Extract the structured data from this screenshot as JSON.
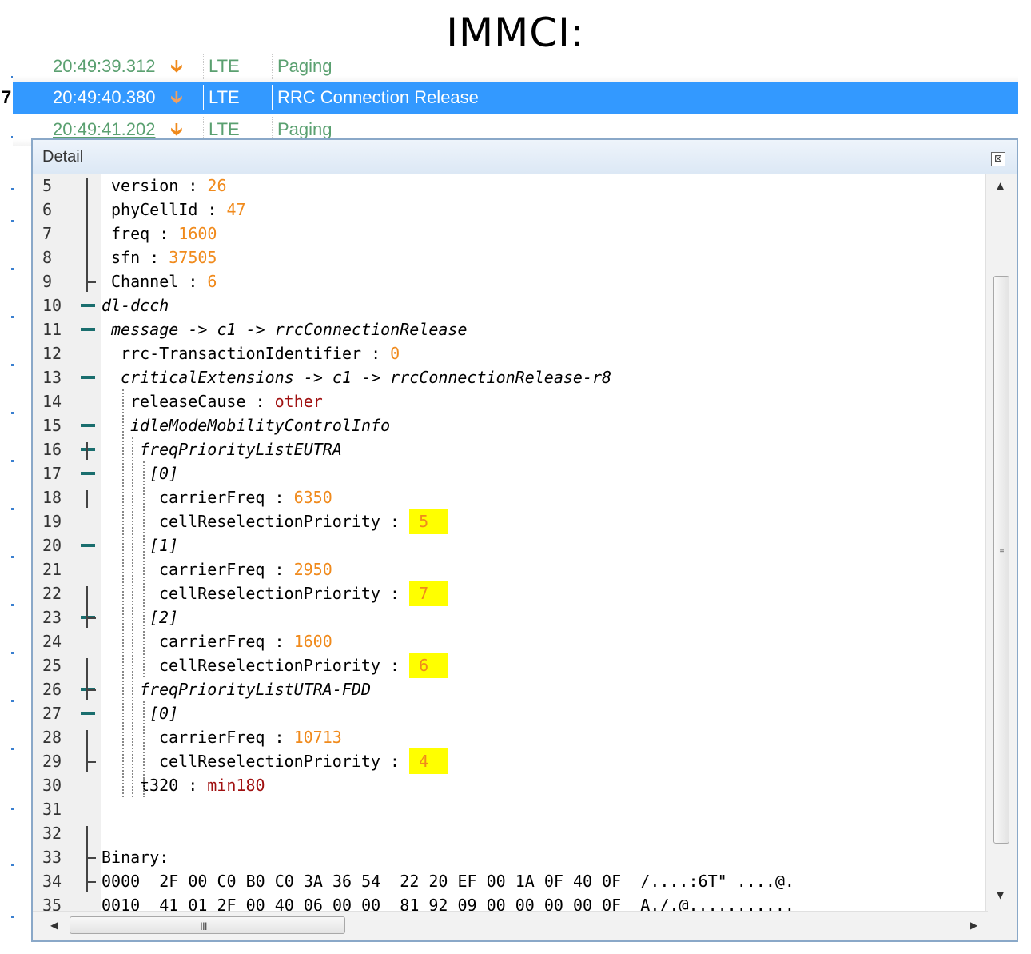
{
  "slide_title": "IMMCI:",
  "log": {
    "rows": [
      {
        "time": "20:49:39.312",
        "tech": "LTE",
        "message": "Paging",
        "state": "dim"
      },
      {
        "time": "20:49:40.380",
        "tech": "LTE",
        "message": "RRC Connection Release",
        "state": "selected",
        "row_marker": "7"
      },
      {
        "time": "20:49:41.202",
        "tech": "LTE",
        "message": "Paging",
        "state": "dim"
      }
    ]
  },
  "detail": {
    "title": "Detail",
    "close_glyph": "⊠",
    "lines": [
      {
        "n": "5",
        "key": "version",
        "sep": " : ",
        "val": "26",
        "vtype": "num"
      },
      {
        "n": "6",
        "key": "phyCellId",
        "sep": " : ",
        "val": "47",
        "vtype": "num"
      },
      {
        "n": "7",
        "key": "freq",
        "sep": " : ",
        "val": "1600",
        "vtype": "num"
      },
      {
        "n": "8",
        "key": "sfn",
        "sep": " : ",
        "val": "37505",
        "vtype": "num"
      },
      {
        "n": "9",
        "key": "Channel",
        "sep": " : ",
        "val": "6",
        "vtype": "num"
      },
      {
        "n": "10",
        "key": "dl-dcch",
        "italic": true
      },
      {
        "n": "11",
        "key": "message -> c1 -> rrcConnectionRelease",
        "italic": true
      },
      {
        "n": "12",
        "key": "rrc-TransactionIdentifier",
        "sep": " : ",
        "val": "0",
        "vtype": "num"
      },
      {
        "n": "13",
        "key": "criticalExtensions -> c1 -> rrcConnectionRelease-r8",
        "italic": true
      },
      {
        "n": "14",
        "key": "releaseCause",
        "sep": " : ",
        "val": "other",
        "vtype": "enum"
      },
      {
        "n": "15",
        "key": "idleModeMobilityControlInfo",
        "italic": true
      },
      {
        "n": "16",
        "key": "freqPriorityListEUTRA",
        "italic": true
      },
      {
        "n": "17",
        "key": "[0]",
        "italic": true
      },
      {
        "n": "18",
        "key": "carrierFreq",
        "sep": " : ",
        "val": "6350",
        "vtype": "num"
      },
      {
        "n": "19",
        "key": "cellReselectionPriority",
        "sep": " : ",
        "val": "5",
        "vtype": "num",
        "highlight": true
      },
      {
        "n": "20",
        "key": "[1]",
        "italic": true
      },
      {
        "n": "21",
        "key": "carrierFreq",
        "sep": " : ",
        "val": "2950",
        "vtype": "num"
      },
      {
        "n": "22",
        "key": "cellReselectionPriority",
        "sep": " : ",
        "val": "7",
        "vtype": "num",
        "highlight": true
      },
      {
        "n": "23",
        "key": "[2]",
        "italic": true
      },
      {
        "n": "24",
        "key": "carrierFreq",
        "sep": " : ",
        "val": "1600",
        "vtype": "num"
      },
      {
        "n": "25",
        "key": "cellReselectionPriority",
        "sep": " : ",
        "val": "6",
        "vtype": "num",
        "highlight": true
      },
      {
        "n": "26",
        "key": "freqPriorityListUTRA-FDD",
        "italic": true
      },
      {
        "n": "27",
        "key": "[0]",
        "italic": true
      },
      {
        "n": "28",
        "key": "carrierFreq",
        "sep": " : ",
        "val": "10713",
        "vtype": "num"
      },
      {
        "n": "29",
        "key": "cellReselectionPriority",
        "sep": " : ",
        "val": "4",
        "vtype": "num",
        "highlight": true
      },
      {
        "n": "30",
        "key": "t320",
        "sep": " : ",
        "val": "min180",
        "vtype": "enum"
      },
      {
        "n": "31",
        "key": ""
      },
      {
        "n": "32",
        "key": ""
      },
      {
        "n": "33",
        "key": "Binary:"
      },
      {
        "n": "34",
        "key": "0000  2F 00 C0 B0 C0 3A 36 54  22 20 EF 00 1A 0F 40 0F  /....:6T\" ....@."
      },
      {
        "n": "35",
        "key": "0010  41 01 2F 00 40 06 00 00  81 92 09 00 00 00 00 0F  A./.@..........."
      }
    ]
  },
  "scrollbars": {
    "up": "▲",
    "down": "▼",
    "left": "◀",
    "right": "▶",
    "v_grip": "≡",
    "h_grip": "III"
  }
}
